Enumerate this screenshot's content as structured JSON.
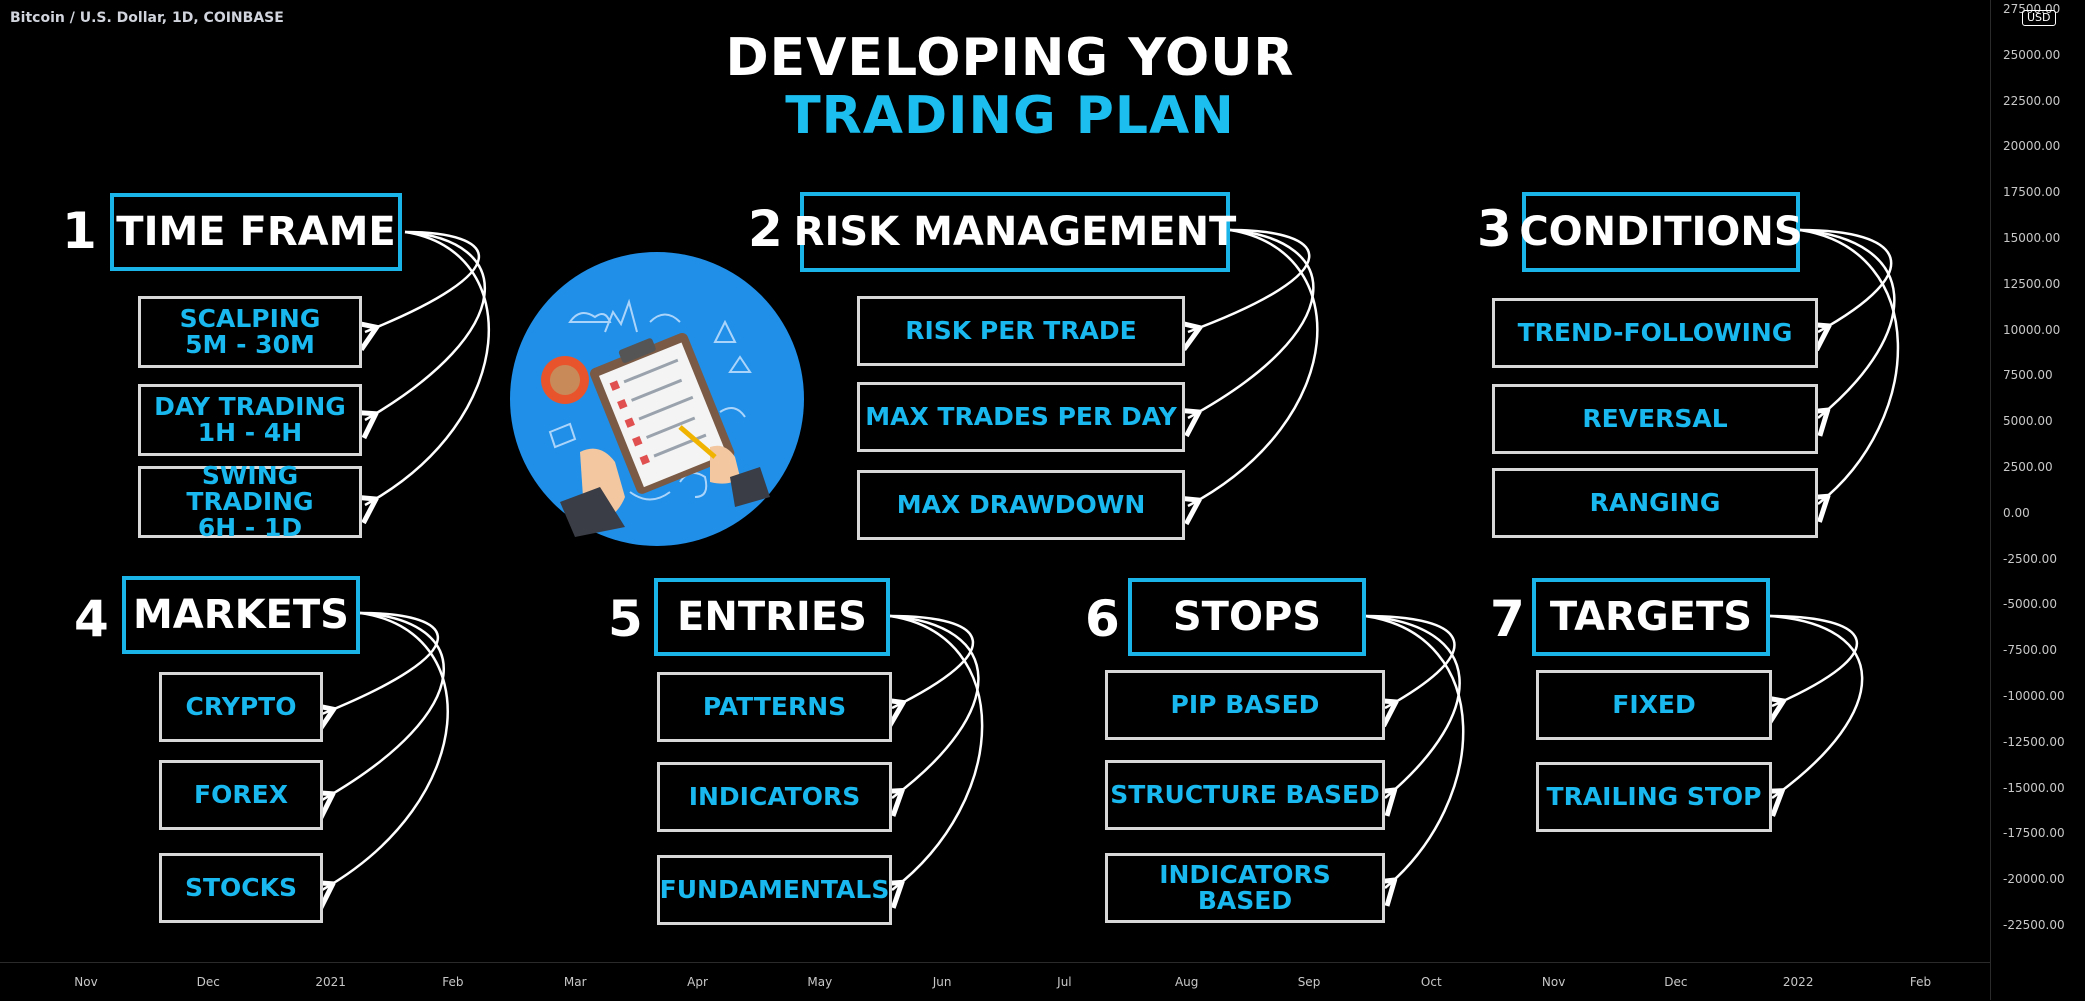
{
  "symbol": "Bitcoin / U.S. Dollar, 1D, COINBASE",
  "title": {
    "line1": "DEVELOPING YOUR",
    "line2": "TRADING PLAN"
  },
  "colors": {
    "accent": "#1ab4e8",
    "box_border": "#d8d8d8",
    "background": "#000000"
  },
  "sections": [
    {
      "number": "1",
      "heading": "TIME FRAME",
      "items": [
        "SCALPING\n5M - 30M",
        "DAY TRADING\n1H - 4H",
        "SWING TRADING\n6H - 1D"
      ]
    },
    {
      "number": "2",
      "heading": "RISK MANAGEMENT",
      "items": [
        "RISK PER TRADE",
        "MAX TRADES PER DAY",
        "MAX DRAWDOWN"
      ]
    },
    {
      "number": "3",
      "heading": "CONDITIONS",
      "items": [
        "TREND-FOLLOWING",
        "REVERSAL",
        "RANGING"
      ]
    },
    {
      "number": "4",
      "heading": "MARKETS",
      "items": [
        "CRYPTO",
        "FOREX",
        "STOCKS"
      ]
    },
    {
      "number": "5",
      "heading": "ENTRIES",
      "items": [
        "PATTERNS",
        "INDICATORS",
        "FUNDAMENTALS"
      ]
    },
    {
      "number": "6",
      "heading": "STOPS",
      "items": [
        "PIP BASED",
        "STRUCTURE BASED",
        "INDICATORS BASED"
      ]
    },
    {
      "number": "7",
      "heading": "TARGETS",
      "items": [
        "FIXED",
        "TRAILING STOP"
      ]
    }
  ],
  "price_axis": {
    "currency_badge": "USD",
    "ticks": [
      "27500.00",
      "25000.00",
      "22500.00",
      "20000.00",
      "17500.00",
      "15000.00",
      "12500.00",
      "10000.00",
      "7500.00",
      "5000.00",
      "2500.00",
      "0.00",
      "-2500.00",
      "-5000.00",
      "-7500.00",
      "-10000.00",
      "-12500.00",
      "-15000.00",
      "-17500.00",
      "-20000.00",
      "-22500.00"
    ]
  },
  "time_axis": {
    "ticks": [
      "Nov",
      "Dec",
      "2021",
      "Feb",
      "Mar",
      "Apr",
      "May",
      "Jun",
      "Jul",
      "Aug",
      "Sep",
      "Oct",
      "Nov",
      "Dec",
      "2022",
      "Feb"
    ]
  },
  "illustration": {
    "icon": "checklist-clipboard-icon"
  }
}
